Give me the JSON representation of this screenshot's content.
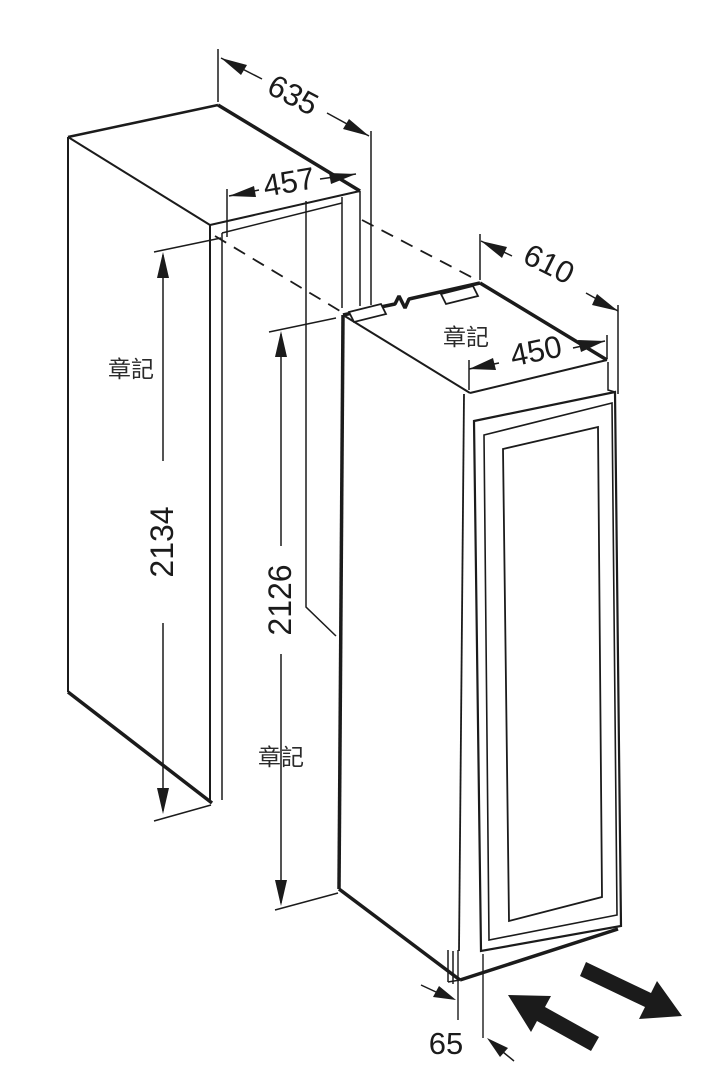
{
  "diagram": {
    "colors": {
      "background": "#ffffff",
      "line": "#1b1b1b"
    },
    "dimensions": {
      "niche_depth": "635",
      "niche_width": "457",
      "niche_height": "2134",
      "appliance_depth": "610",
      "appliance_width": "450",
      "appliance_height": "2126",
      "base_recess": "65"
    },
    "marks": {
      "niche_side": "章記",
      "appliance_top": "章記",
      "appliance_front": "章記"
    }
  }
}
